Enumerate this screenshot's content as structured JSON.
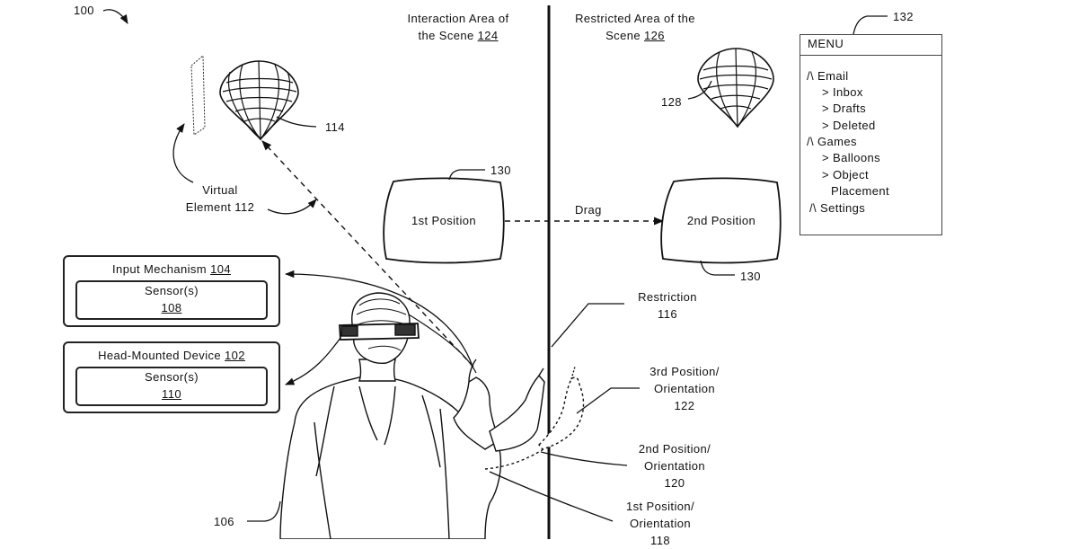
{
  "figure_ref": "100",
  "interaction_area": {
    "line1": "Interaction Area of",
    "line2": "the Scene",
    "ref": "124"
  },
  "restricted_area": {
    "line1": "Restricted Area of the",
    "line2": "Scene",
    "ref": "126"
  },
  "virtual_element": {
    "line1": "Virtual",
    "line2": "Element 112"
  },
  "balloon_ref": "114",
  "restricted_balloon_ref": "128",
  "pillow_ref_top": "130",
  "pillow_ref_bottom": "130",
  "first_position": "1st Position",
  "second_position": "2nd Position",
  "drag": "Drag",
  "input_mechanism": {
    "title": "Input Mechanism",
    "ref": "104",
    "sensor": "Sensor(s)",
    "sensor_ref": "108"
  },
  "head_mounted_device": {
    "title": "Head-Mounted Device",
    "ref": "102",
    "sensor": "Sensor(s)",
    "sensor_ref": "110"
  },
  "restriction": {
    "line1": "Restriction",
    "ref": "116"
  },
  "third_orientation": {
    "line1": "3rd Position/",
    "line2": "Orientation",
    "ref": "122"
  },
  "second_orientation": {
    "line1": "2nd Position/",
    "line2": "Orientation",
    "ref": "120"
  },
  "first_orientation": {
    "line1": "1st Position/",
    "line2": "Orientation",
    "ref": "118"
  },
  "user_ref": "106",
  "menu": {
    "ref": "132",
    "title": "MENU",
    "items": [
      "/\\ Email",
      "> Inbox",
      "> Drafts",
      "> Deleted",
      "/\\ Games",
      "> Balloons",
      "> Object",
      "Placement",
      "/\\ Settings"
    ]
  }
}
